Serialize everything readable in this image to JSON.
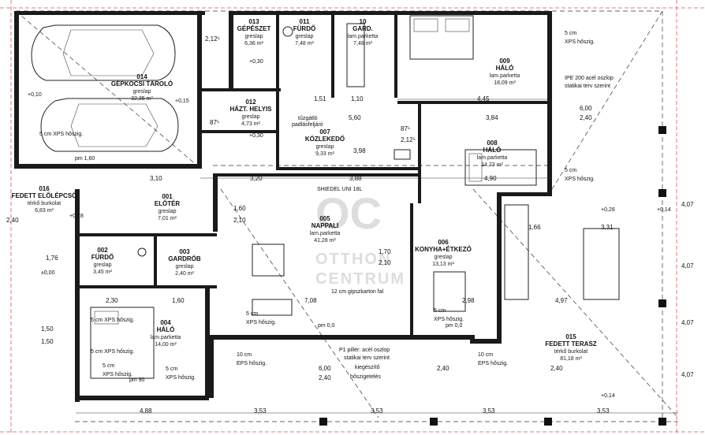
{
  "rooms": [
    {
      "id": "r014",
      "num": "014",
      "name": "GÉPKOCSI TÁROLÓ",
      "floor": "greslap",
      "area": "32,35 m²"
    },
    {
      "id": "r013",
      "num": "013",
      "name": "GÉPÉSZET",
      "floor": "greslap",
      "area": "6,36 m²"
    },
    {
      "id": "r011",
      "num": "011",
      "name": "FÜRDŐ",
      "floor": "greslap",
      "area": "7,48 m²"
    },
    {
      "id": "r010",
      "num": "10",
      "name": "GARD.",
      "floor": "lam.parketta",
      "area": "7,48 m²"
    },
    {
      "id": "r009",
      "num": "009",
      "name": "HÁLÓ",
      "floor": "lam.parketta",
      "area": "18,09 m²"
    },
    {
      "id": "r012",
      "num": "012",
      "name": "HÁZT. HELYIS",
      "floor": "greslap",
      "area": "4,73 m²"
    },
    {
      "id": "r007",
      "num": "007",
      "name": "KÖZLEKEDŐ",
      "floor": "greslap",
      "area": "9,33 m²"
    },
    {
      "id": "r008",
      "num": "008",
      "name": "HÁLÓ",
      "floor": "lam.parketta",
      "area": "14,73 m²"
    },
    {
      "id": "r016",
      "num": "016",
      "name": "FEDETT ELŐLÉPCSŐ",
      "floor": "térkő burkolat",
      "area": "6,83 m²"
    },
    {
      "id": "r001",
      "num": "001",
      "name": "ELŐTÉR",
      "floor": "greslap",
      "area": "7,01 m²"
    },
    {
      "id": "r005",
      "num": "005",
      "name": "NAPPALI",
      "floor": "lam.parketta",
      "area": "41,28 m²"
    },
    {
      "id": "r006",
      "num": "006",
      "name": "KONYHA+ÉTKEZŐ",
      "floor": "greslap",
      "area": "13,13 m²"
    },
    {
      "id": "r002",
      "num": "002",
      "name": "FÜRDŐ",
      "floor": "greslap",
      "area": "3,45 m²"
    },
    {
      "id": "r003",
      "num": "003",
      "name": "GARDRÓB",
      "floor": "greslap",
      "area": "2,40 m²"
    },
    {
      "id": "r004",
      "num": "004",
      "name": "HÁLÓ",
      "floor": "lam.parketta",
      "area": "14,00 m²"
    },
    {
      "id": "r015",
      "num": "015",
      "name": "FEDETT TERASZ",
      "floor": "térkő burkolat",
      "area": "81,18 m²"
    }
  ],
  "annotations": {
    "xps_top_right": "5 cm\nXPS hőszig.",
    "xps_label": "XPS hőszig.",
    "five_cm": "5 cm",
    "ipe": "IPE 200 acél oszlop",
    "ipe2": "statikai terv szerint",
    "shiedel": "SHIEDEL UNI 18L",
    "gipsz": "12 cm gipszkarton fal",
    "p1a": "P1 pillér: acél oszlop",
    "p1b": "statikai terv szerint",
    "p1c": "kiegészítő",
    "p1d": "hőszigetelés",
    "eps": "10 cm",
    "eps2": "EPS hőszig.",
    "padlas": "padlásfeljáró",
    "tuzgato": "tűzgátló",
    "lev_5cm_xps": "5 cm XPS hőszig.",
    "pm160": "pm 1,60",
    "pm90": "pm 90",
    "pm00": "pm 0,0",
    "pm0": "pm 0,0",
    "lvl_p010": "+0,10",
    "lvl_p015": "+0,15",
    "lvl_p030a": "+0,30",
    "lvl_p030b": "+0,30",
    "lvl_p028a": "+0,28",
    "lvl_p028b": "+0,28",
    "lvl_p014a": "+0,14",
    "lvl_p014b": "+0,14",
    "lvl_pm000": "±0,00"
  },
  "dims": {
    "d_6_00": "6,00",
    "d_2_40": "2,40",
    "d_3_84": "3,84",
    "d_4_45": "4,45",
    "d_3_10": "3,10",
    "d_3_20": "3,20",
    "d_3_88": "3,88",
    "d_4_90": "4,90",
    "d_1_60": "1,60",
    "d_2_10": "2,10",
    "d_1_70": "1,70",
    "d_2_10b": "2,10",
    "d_7_08": "7,08",
    "d_2_98": "2,98",
    "d_4_97": "4,97",
    "d_3_31": "3,31",
    "d_2_30": "2,30",
    "d_1_60b": "1,60",
    "d_1_50": "1,50",
    "d_1_50b": "1,50",
    "d_3_53a": "3,53",
    "d_3_53b": "3,53",
    "d_3_53c": "3,53",
    "d_3_53d": "3,53",
    "d_4_88": "4,88",
    "d_1_66": "1,66",
    "d_5_60": "5,60",
    "d_3_98": "3,98",
    "d_1_10": "1,10",
    "d_1_51": "1,51",
    "d_87_5a": "87⁵",
    "d_87_5b": "87⁵",
    "d_2_12a": "2,12⁵",
    "d_2_12b": "2,12⁵",
    "d_4_07a": "4,07",
    "d_4_07b": "4,07",
    "d_6_00b": "6,00",
    "d_2_40b": "2,40",
    "d_4_07c": "4,07",
    "d_4_07d": "4,07",
    "d_1_76": "1,76",
    "d_2_40c": "2,40",
    "d_2_40d": "2,40",
    "d_2_40e": "2,40"
  },
  "watermark": {
    "logo": "OC",
    "line1": "OTTHON",
    "line2": "CENTRUM"
  }
}
